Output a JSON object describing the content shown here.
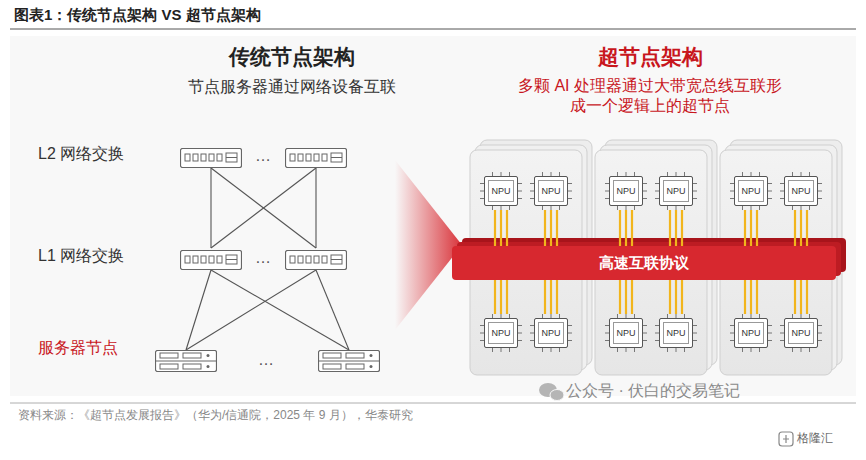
{
  "diagram": {
    "title": "图表1：传统节点架构 VS 超节点架构",
    "caption": "资料来源：《超节点发展报告》（华为/信通院，2025 年 9 月），华泰研究",
    "nodes": [
      {
        "text": [
          "NPU"
        ]
      },
      {
        "text": [
          "NPU"
        ]
      },
      {
        "text": [
          "NPU"
        ]
      },
      {
        "text": [
          "NPU"
        ]
      },
      {
        "text": [
          "NPU"
        ]
      },
      {
        "text": [
          "NPU"
        ]
      },
      {
        "text": [
          "高速互联协议"
        ]
      },
      {
        "text": [
          "NPU"
        ]
      },
      {
        "text": [
          "NPU"
        ]
      },
      {
        "text": [
          "NPU"
        ]
      },
      {
        "text": [
          "NPU"
        ]
      },
      {
        "text": [
          "NPU"
        ]
      },
      {
        "text": [
          "NPU"
        ]
      }
    ],
    "edges": [
      {
        "from": 0,
        "to": 6,
        "arrow": "none"
      },
      {
        "from": 1,
        "to": 6,
        "arrow": "none"
      },
      {
        "from": 2,
        "to": 6,
        "arrow": "none"
      },
      {
        "from": 3,
        "to": 6,
        "arrow": "none"
      },
      {
        "from": 4,
        "to": 6,
        "arrow": "none"
      },
      {
        "from": 5,
        "to": 6,
        "arrow": "none"
      },
      {
        "from": 6,
        "to": 7,
        "arrow": "none"
      },
      {
        "from": 6,
        "to": 8,
        "arrow": "none"
      },
      {
        "from": 6,
        "to": 9,
        "arrow": "none"
      },
      {
        "from": 6,
        "to": 10,
        "arrow": "none"
      },
      {
        "from": 6,
        "to": 11,
        "arrow": "none"
      },
      {
        "from": 6,
        "to": 12,
        "arrow": "none"
      }
    ],
    "labels": [
      "传统节点架构",
      "节点服务器通过网络设备互联",
      "L2 网络交换",
      "L1 网络交换",
      "服务器节点",
      "…",
      "…",
      "…",
      "超节点架构",
      "多颗 AI 处理器通过大带宽总线互联形成一个逻辑上的超节点",
      "公众号 · 伏白的交易笔记",
      "格隆汇"
    ]
  }
}
